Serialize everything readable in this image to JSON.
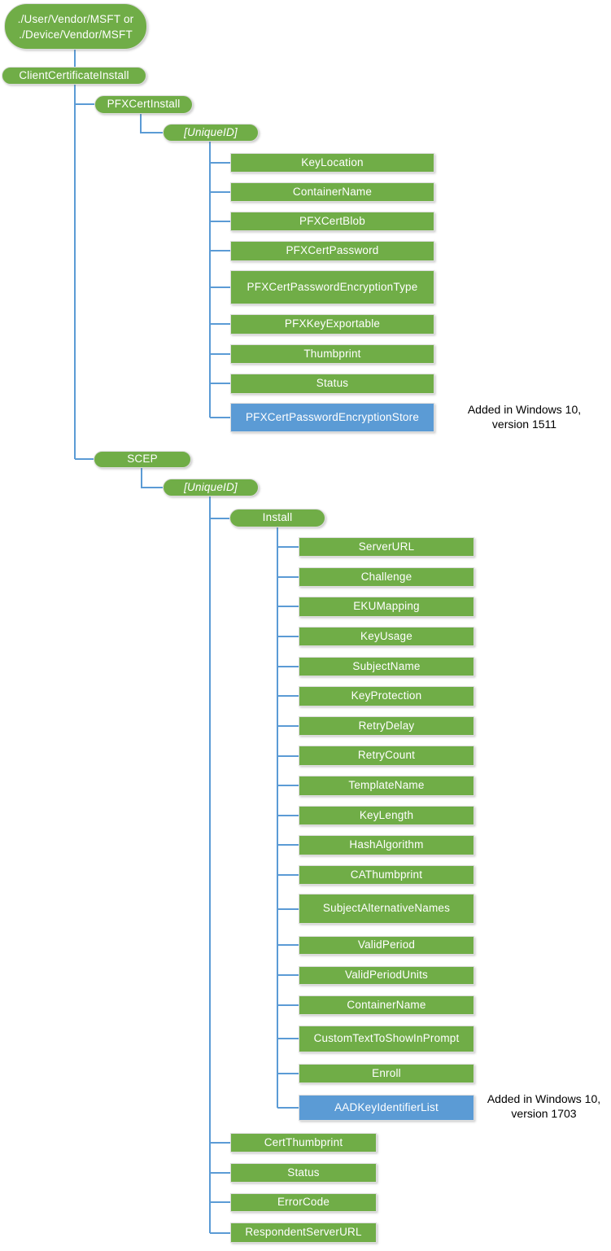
{
  "colors": {
    "node_green": "#70AD47",
    "node_blue": "#5B9BD5",
    "connector_blue": "#5B9BD5",
    "node_text": "#FFFFFF",
    "annotation_text": "#000000"
  },
  "tree": {
    "root": {
      "line1": "./User/Vendor/MSFT or",
      "line2": "./Device/Vendor/MSFT"
    },
    "client_certificate_install": {
      "label": "ClientCertificateInstall"
    },
    "pfx_cert_install": {
      "label": "PFXCertInstall",
      "unique_id": {
        "label": "[UniqueID]"
      },
      "children": [
        "KeyLocation",
        "ContainerName",
        "PFXCertBlob",
        "PFXCertPassword",
        "PFXCertPasswordEncryptionType",
        "PFXKeyExportable",
        "Thumbprint",
        "Status",
        "PFXCertPasswordEncryptionStore"
      ],
      "added_note": {
        "line1": "Added in Windows 10,",
        "line2": "version 1511"
      }
    },
    "scep": {
      "label": "SCEP",
      "unique_id": {
        "label": "[UniqueID]"
      },
      "install": {
        "label": "Install",
        "children": [
          "ServerURL",
          "Challenge",
          "EKUMapping",
          "KeyUsage",
          "SubjectName",
          "KeyProtection",
          "RetryDelay",
          "RetryCount",
          "TemplateName",
          "KeyLength",
          "HashAlgorithm",
          "CAThumbprint",
          "SubjectAlternativeNames",
          "ValidPeriod",
          "ValidPeriodUnits",
          "ContainerName",
          "CustomTextToShowInPrompt",
          "Enroll",
          "AADKeyIdentifierList"
        ],
        "added_note": {
          "line1": "Added in Windows 10,",
          "line2": "version 1703"
        }
      },
      "other_children": [
        "CertThumbprint",
        "Status",
        "ErrorCode",
        "RespondentServerURL"
      ]
    }
  }
}
